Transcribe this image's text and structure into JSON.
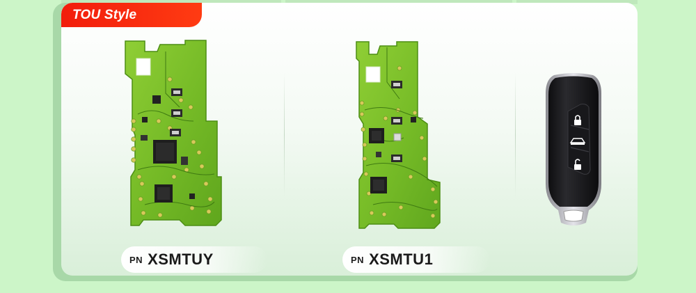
{
  "section": {
    "tag_label": "TOU Style"
  },
  "products": [
    {
      "prefix": "PN",
      "code": "XSMTUY"
    },
    {
      "prefix": "PN",
      "code": "XSMTU1"
    }
  ],
  "remote_buttons": [
    "lock-icon",
    "trunk-icon",
    "unlock-icon"
  ],
  "colors": {
    "page_background": "#ccf5c8",
    "tag_red": "#f21d0c",
    "pcb_green": "#7fc22a",
    "fob_black": "#1b1b1d"
  }
}
